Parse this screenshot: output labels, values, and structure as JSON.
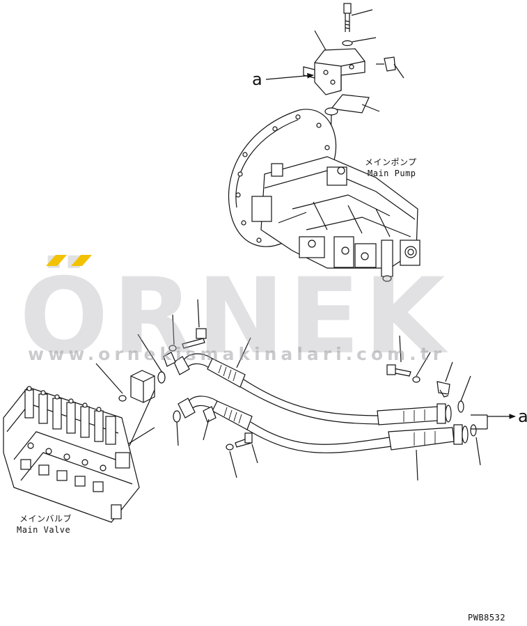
{
  "labels": {
    "main_pump_jp": "メインポンプ",
    "main_pump_en": "Main Pump",
    "main_valve_jp": "メインバルブ",
    "main_valve_en": "Main Valve",
    "drawing_code": "PWB8532",
    "view_marker_top": "a",
    "view_marker_right": "a"
  },
  "watermark": {
    "brand": "ÖRNEK",
    "url": "www.ornekismakinalari.com.tr",
    "brand_color": "#aaaaaf",
    "accent_color": "#f2c200"
  }
}
